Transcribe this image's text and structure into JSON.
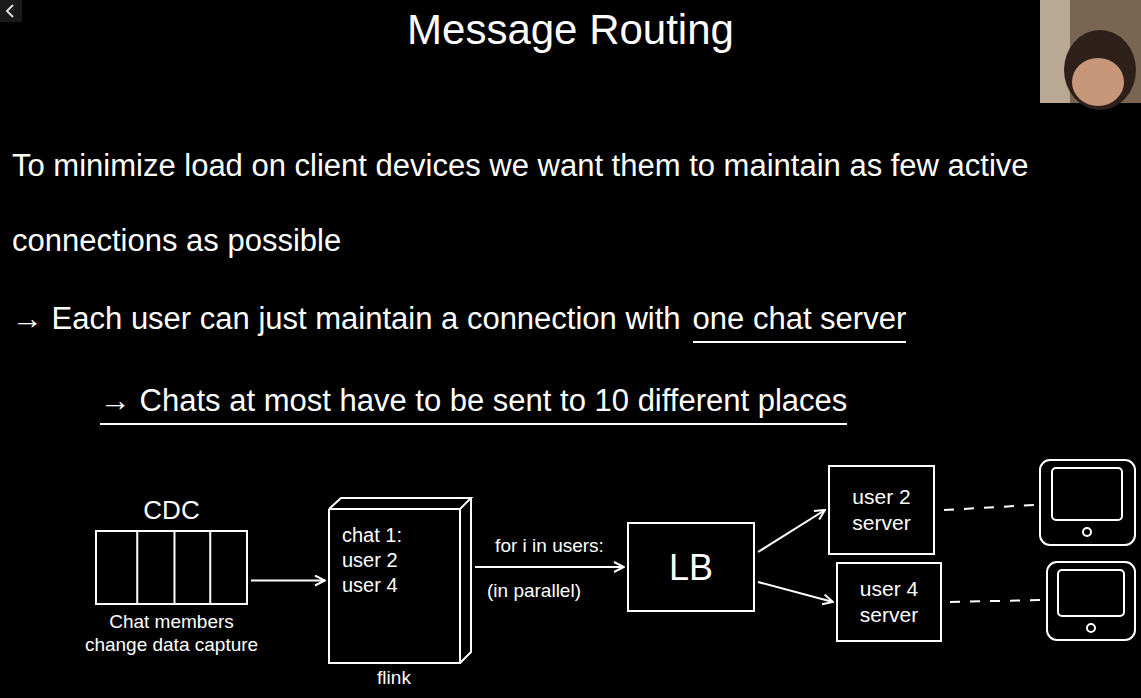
{
  "diagram": {
    "title": "Message Routing",
    "nodes": [
      {
        "text": [
          "CDC",
          "Chat members change data capture"
        ]
      },
      {
        "text": [
          "chat 1:",
          "user 2",
          "user 4",
          "flink"
        ]
      },
      {
        "text": [
          "LB"
        ]
      },
      {
        "text": [
          "user 2 server"
        ]
      },
      {
        "text": [
          "user 4 server"
        ]
      }
    ],
    "edges": [
      {
        "from": 0,
        "to": 1,
        "arrow": "to"
      },
      {
        "from": 1,
        "to": 2,
        "label": "for i in users:",
        "arrow": "to"
      },
      {
        "from": 2,
        "to": 3,
        "arrow": "to"
      },
      {
        "from": 2,
        "to": 4,
        "arrow": "to"
      }
    ],
    "labels": [
      "To minimize load on client devices we want them to maintain as few active connections as possible",
      "→ Each user can just maintain a connection with",
      "one chat server",
      "→ Chats at most have to be sent to 10 different places",
      "(in parallel)"
    ]
  }
}
